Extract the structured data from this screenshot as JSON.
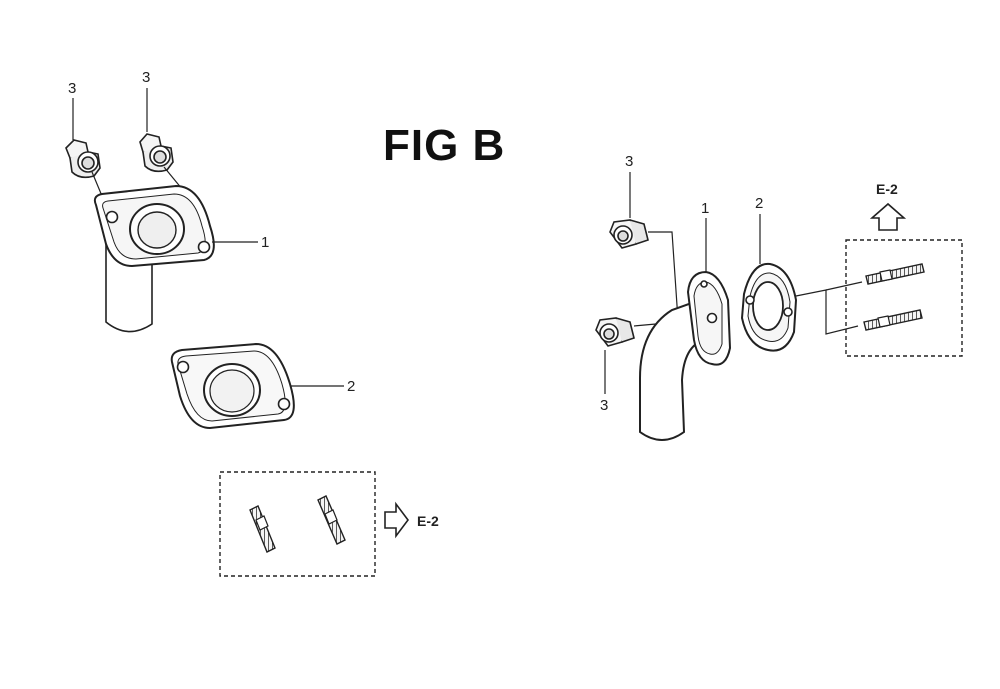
{
  "figure": {
    "title": "FIG B"
  },
  "left_view": {
    "callouts": {
      "bolt_a": "3",
      "bolt_b": "3",
      "flange_pipe": "1",
      "gasket": "2"
    },
    "reference": "E-2"
  },
  "right_view": {
    "callouts": {
      "bolt_top": "3",
      "bolt_bottom": "3",
      "flange_pipe": "1",
      "gasket": "2"
    },
    "reference": "E-2"
  },
  "colors": {
    "line": "#222222",
    "fill_light": "#f2f2f2",
    "fill_shade": "#d8d8d8"
  }
}
